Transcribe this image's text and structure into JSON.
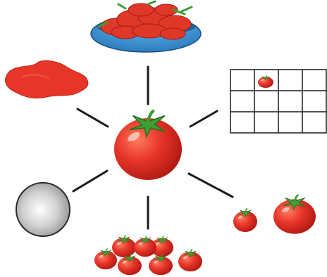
{
  "diagram": {
    "center": {
      "icon": "tomato-icon"
    },
    "branches": [
      {
        "icon": "sliced-tomatoes-bowl-icon",
        "position": "top"
      },
      {
        "icon": "grid-with-tomato-icon",
        "position": "upper-right",
        "grid": {
          "rows": 3,
          "cols": 4,
          "tomato_cell": [
            0,
            1
          ]
        }
      },
      {
        "icon": "small-and-large-tomato-icon",
        "position": "lower-right"
      },
      {
        "icon": "tomato-pile-icon",
        "position": "bottom"
      },
      {
        "icon": "gray-sphere-icon",
        "position": "lower-left"
      },
      {
        "icon": "tomato-puddle-icon",
        "position": "upper-left"
      }
    ]
  },
  "colors": {
    "tomato": "#e8352a",
    "tomato_dark": "#b81f18",
    "leaf": "#3f9e35",
    "bowl": "#3a8fd0",
    "line": "#1a1a1a",
    "sphere": "#c8c8c8"
  }
}
